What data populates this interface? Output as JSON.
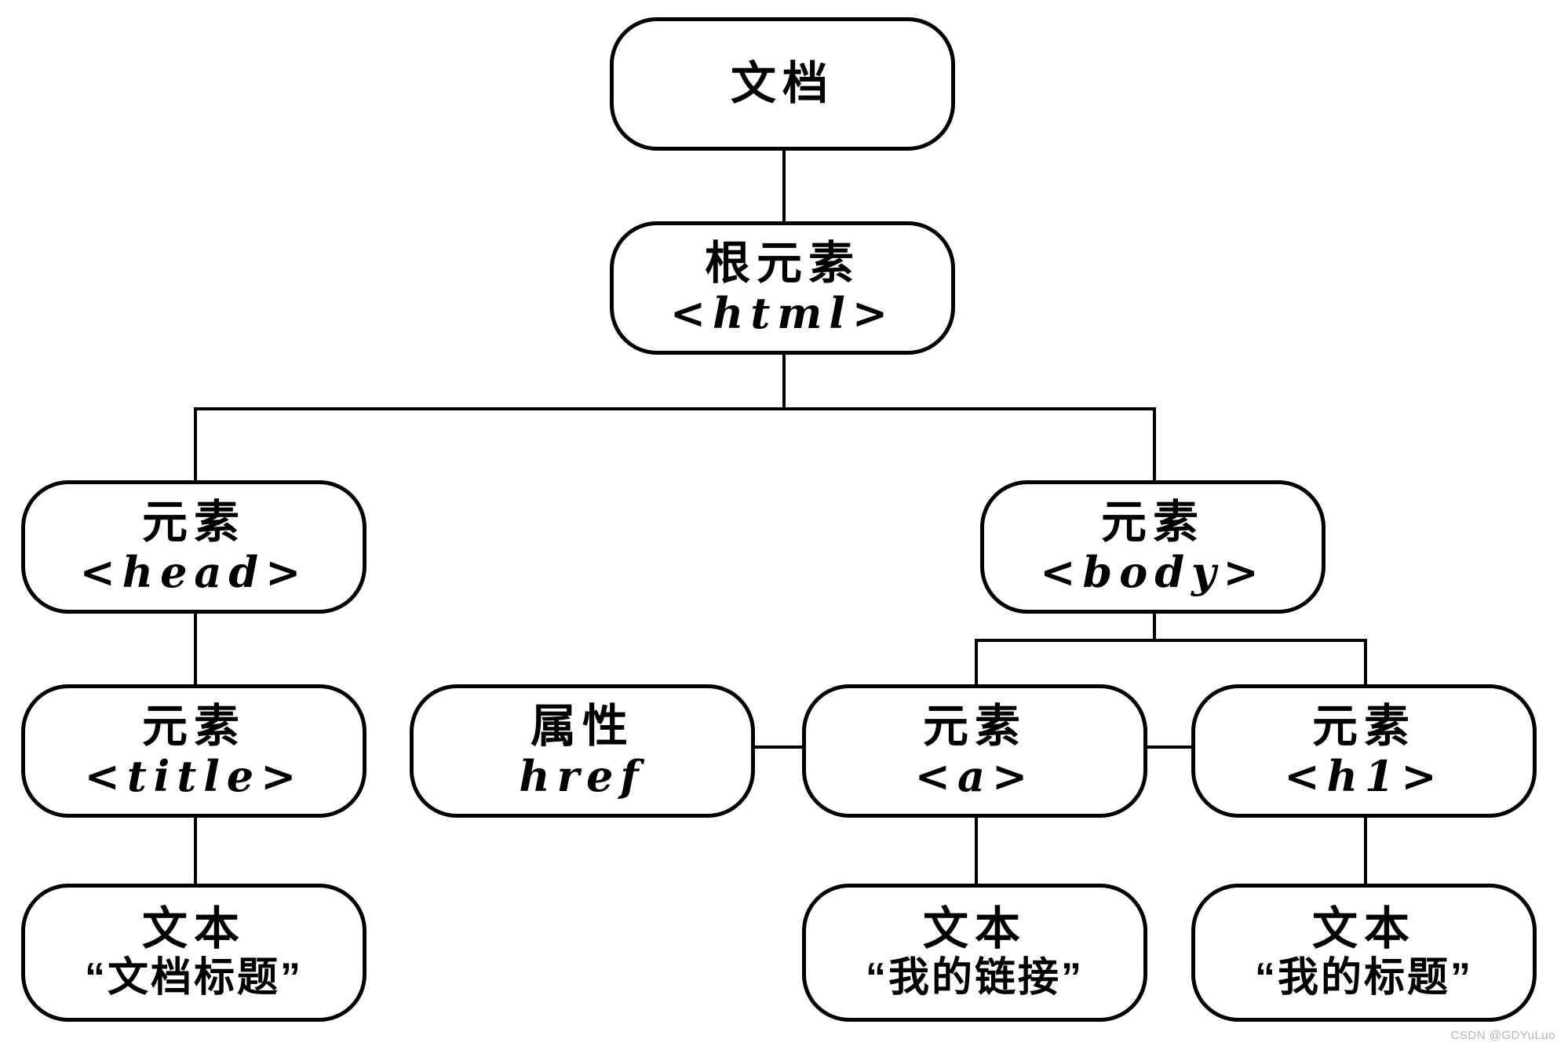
{
  "diagram": {
    "type": "dom-tree",
    "colors": {
      "background": "#ffffff",
      "line": "#000000",
      "text": "#000000",
      "watermark": "#b5b5b5"
    },
    "nodes": {
      "document": {
        "line1": "文档",
        "line2": ""
      },
      "root_html": {
        "line1": "根元素",
        "line2": "<html>"
      },
      "element_head": {
        "line1": "元素",
        "line2": "<head>"
      },
      "element_body": {
        "line1": "元素",
        "line2": "<body>"
      },
      "element_title": {
        "line1": "元素",
        "line2": "<title>"
      },
      "attribute_href": {
        "line1": "属性",
        "line2": "href"
      },
      "element_a": {
        "line1": "元素",
        "line2": "<a>"
      },
      "element_h1": {
        "line1": "元素",
        "line2": "<h1>"
      },
      "text_doc_title": {
        "line1": "文本",
        "line2": "“文档标题”"
      },
      "text_my_link": {
        "line1": "文本",
        "line2": "“我的链接”"
      },
      "text_my_heading": {
        "line1": "文本",
        "line2": "“我的标题”"
      }
    },
    "edges": [
      {
        "from": "document",
        "to": "root_html"
      },
      {
        "from": "root_html",
        "to": "element_head"
      },
      {
        "from": "root_html",
        "to": "element_body"
      },
      {
        "from": "element_head",
        "to": "element_title"
      },
      {
        "from": "element_title",
        "to": "text_doc_title"
      },
      {
        "from": "element_body",
        "to": "element_a"
      },
      {
        "from": "element_body",
        "to": "element_h1"
      },
      {
        "from": "attribute_href",
        "to": "element_a"
      },
      {
        "from": "element_a",
        "to": "element_h1"
      },
      {
        "from": "element_a",
        "to": "text_my_link"
      },
      {
        "from": "element_h1",
        "to": "text_my_heading"
      }
    ],
    "watermark": "CSDN @GDYuLuo"
  }
}
